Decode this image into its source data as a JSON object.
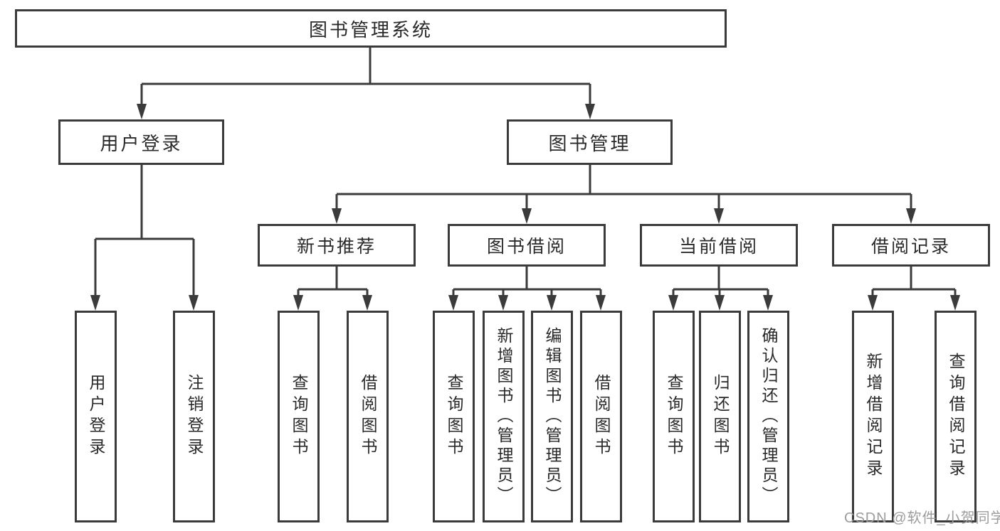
{
  "tree": {
    "root": {
      "label": "图书管理系统"
    },
    "branches": [
      {
        "label": "用户登录",
        "children": [
          {
            "label": "用户登录"
          },
          {
            "label": "注销登录"
          }
        ]
      },
      {
        "label": "图书管理",
        "children": [
          {
            "label": "新书推荐",
            "children": [
              {
                "label": "查询图书"
              },
              {
                "label": "借阅图书"
              }
            ]
          },
          {
            "label": "图书借阅",
            "children": [
              {
                "label": "查询图书"
              },
              {
                "label": "新增图书（管理员）"
              },
              {
                "label": "编辑图书（管理员）"
              },
              {
                "label": "借阅图书"
              }
            ]
          },
          {
            "label": "当前借阅",
            "children": [
              {
                "label": "查询图书"
              },
              {
                "label": "归还图书"
              },
              {
                "label": "确认归还（管理员）"
              }
            ]
          },
          {
            "label": "借阅记录",
            "children": [
              {
                "label": "新增借阅记录"
              },
              {
                "label": "查询借阅记录"
              }
            ]
          }
        ]
      }
    ]
  },
  "watermark": "CSDN @软件_小贺同学",
  "colors": {
    "line": "#3b3b3b",
    "text": "#2a2a2a",
    "watermark": "#9c9c9c",
    "background": "#ffffff"
  }
}
